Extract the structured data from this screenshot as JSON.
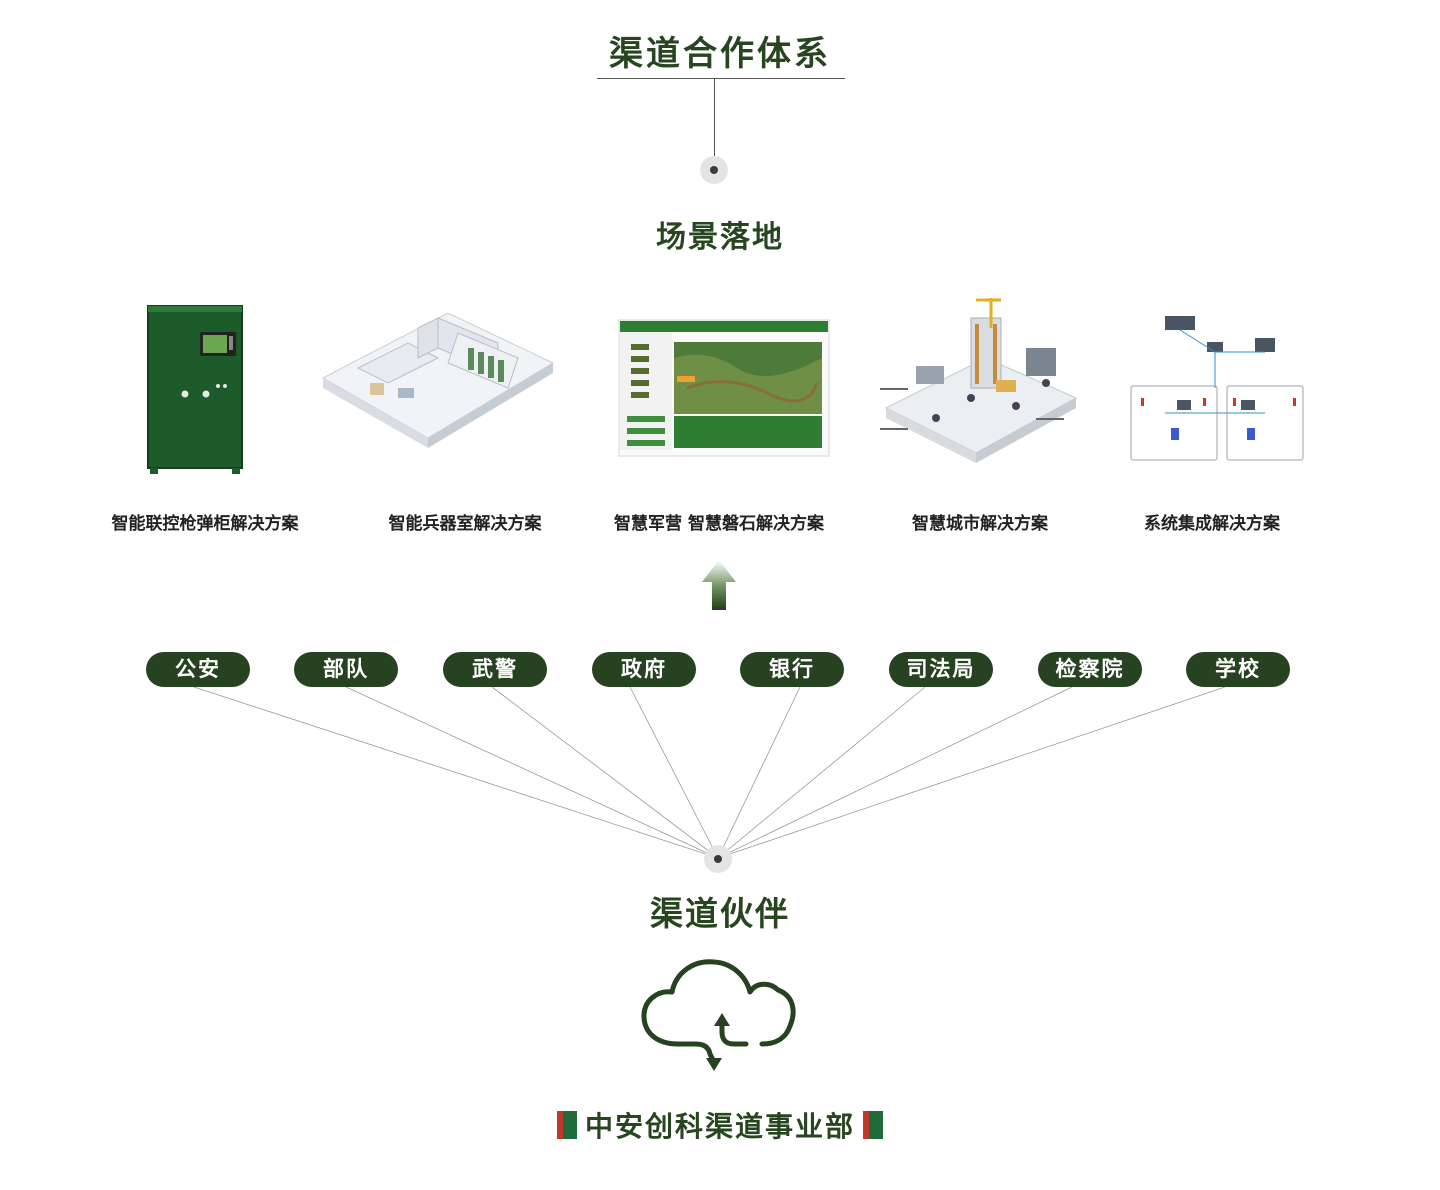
{
  "header": {
    "title": "渠道合作体系"
  },
  "scenario": {
    "title": "场景落地"
  },
  "solutions": [
    {
      "label": "智能联控枪弹柜解决方案"
    },
    {
      "label": "智能兵器室解决方案"
    },
    {
      "label": "智慧军营 智慧磐石解决方案"
    },
    {
      "label": "智慧城市解决方案"
    },
    {
      "label": "系统集成解决方案"
    }
  ],
  "partners": [
    "公安",
    "部队",
    "武警",
    "政府",
    "银行",
    "司法局",
    "检察院",
    "学校"
  ],
  "partners_title": "渠道伙伴",
  "department": "中安创科渠道事业部",
  "colors": {
    "accent": "#264220",
    "flag_red": "#c0392b",
    "flag_green": "#1f6b3a"
  },
  "icons": [
    "up-arrow-icon",
    "cloud-sync-icon"
  ]
}
